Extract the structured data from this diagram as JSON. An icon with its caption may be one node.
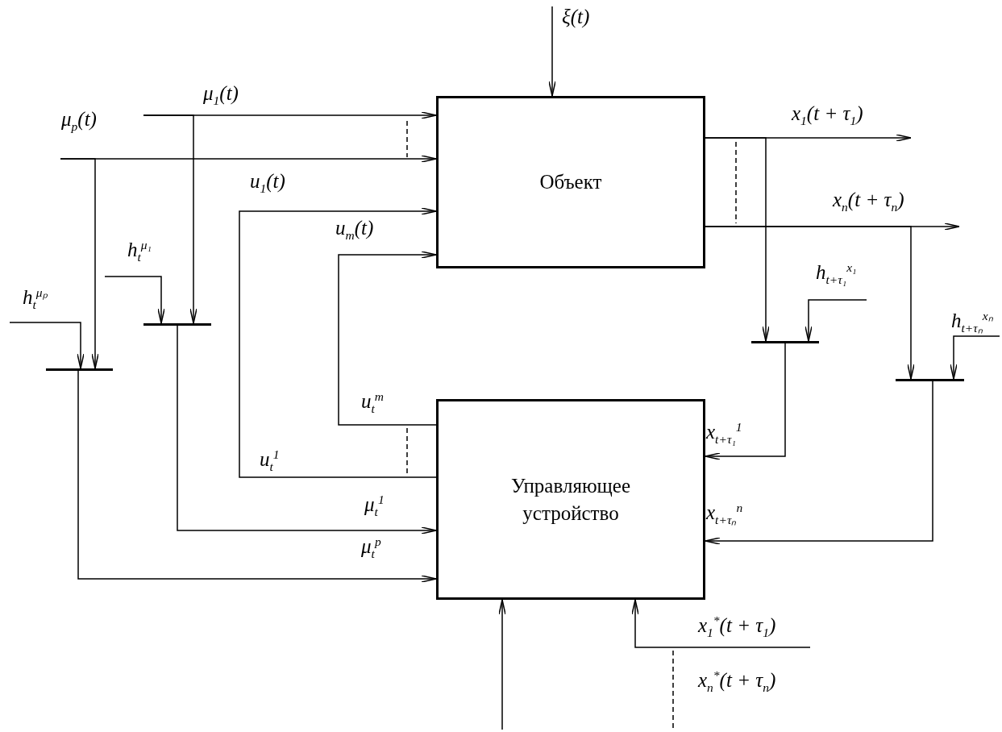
{
  "diagram": {
    "nodes": [
      {
        "text": [
          "Объект"
        ]
      },
      {
        "text": [
          "Управляющее устройство"
        ]
      },
      {
        "text": [],
        "shape": "bar"
      },
      {
        "text": [],
        "shape": "bar"
      },
      {
        "text": [],
        "shape": "bar"
      },
      {
        "text": [],
        "shape": "bar"
      }
    ],
    "edges": [
      {
        "from": null,
        "to": 0,
        "arrow": "to",
        "label": "ξ(t)"
      },
      {
        "from": null,
        "to": 0,
        "arrow": "to",
        "label": "μ$_{1}$(t)"
      },
      {
        "from": null,
        "to": 3,
        "arrow": "to"
      },
      {
        "from": null,
        "to": 0,
        "arrow": "to",
        "label": "μ$_{p}$(t)"
      },
      {
        "from": null,
        "to": 2,
        "arrow": "to"
      },
      {
        "from": null,
        "to": 2,
        "arrow": "to",
        "label": "h$_{t}$$^{μₚ}$"
      },
      {
        "from": null,
        "to": 3,
        "arrow": "to",
        "label": "h$_{t}$$^{μ₁}$"
      },
      {
        "from": 2,
        "to": 1,
        "arrow": "to",
        "label": "μ$_{t}$$^{p}$"
      },
      {
        "from": 3,
        "to": 1,
        "arrow": "to",
        "label": "μ$_{t}$$^{1}$"
      },
      {
        "from": 1,
        "to": 0,
        "arrow": "to",
        "label": "u$_{1}$(t)"
      },
      {
        "from": 1,
        "to": 0,
        "arrow": "to",
        "label": "u$_{m}$(t)"
      },
      {
        "from": 0,
        "to": null,
        "arrow": "to",
        "label": "x$_{1}$(t + τ$_{1}$)"
      },
      {
        "from": 0,
        "to": 4,
        "arrow": "to"
      },
      {
        "from": 0,
        "to": null,
        "arrow": "to",
        "label": "x$_{n}$(t + τ$_{n}$)"
      },
      {
        "from": 0,
        "to": 5,
        "arrow": "to"
      },
      {
        "from": null,
        "to": 4,
        "arrow": "to",
        "label": "h$_{t+τ₁}$$^{x₁}$"
      },
      {
        "from": null,
        "to": 5,
        "arrow": "to",
        "label": "h$_{t+τₙ}$$^{xₙ}$"
      },
      {
        "from": 4,
        "to": 1,
        "arrow": "to",
        "label": "x$_{t+τ₁}$$^{1}$"
      },
      {
        "from": 5,
        "to": 1,
        "arrow": "to",
        "label": "x$_{t+τₙ}$$^{n}$"
      },
      {
        "from": null,
        "to": 1,
        "arrow": "to"
      },
      {
        "from": null,
        "to": 1,
        "arrow": "to",
        "label": "x$_{1}$$^{*}$(t + τ$_{1}$)"
      }
    ],
    "labels": [
      "u$_{t}$$^{m}$",
      "u$_{t}$$^{1}$",
      "x$_{n}$$^{*}$(t + τ$_{n}$)"
    ]
  }
}
